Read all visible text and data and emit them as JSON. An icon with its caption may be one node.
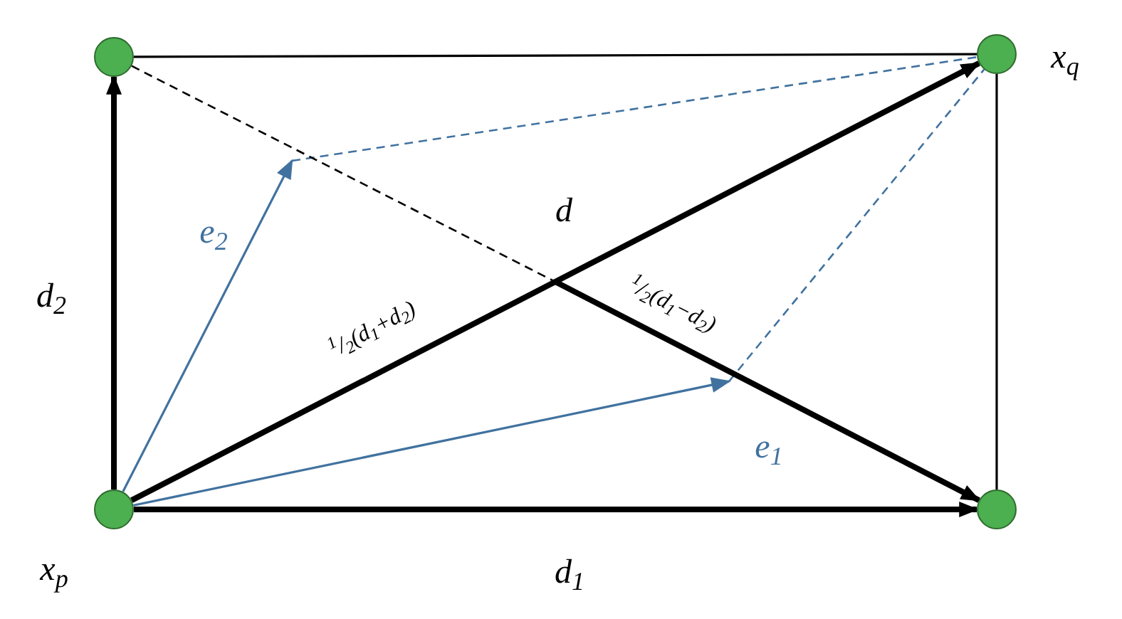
{
  "diagram": {
    "nodes": [
      {
        "text": [],
        "shape": "circle"
      },
      {
        "text": [],
        "shape": "circle",
        "beside": [
          "x$_{q}$"
        ]
      },
      {
        "text": [],
        "shape": "circle",
        "beside": [
          "x$_{p}$"
        ]
      },
      {
        "text": [],
        "shape": "circle"
      }
    ],
    "edges": [
      {
        "from": 2,
        "to": 0,
        "arrow": "to",
        "style": "thick",
        "label": "d$_{2}$"
      },
      {
        "from": 2,
        "to": 3,
        "arrow": "to",
        "style": "thick",
        "label": "d$_{1}$"
      },
      {
        "from": 0,
        "to": 1,
        "arrow": "none"
      },
      {
        "from": 1,
        "to": 3,
        "arrow": "none"
      },
      {
        "from": 2,
        "to": 1,
        "arrow": "to",
        "style": "thick",
        "label": "d"
      },
      {
        "from": 2,
        "to": null,
        "arrow": "to",
        "color": "#41729f",
        "label": "e$_{2}$"
      },
      {
        "from": 2,
        "to": null,
        "arrow": "to",
        "color": "#41729f",
        "label": "e$_{1}$"
      },
      {
        "from": null,
        "to": 1,
        "arrow": "none",
        "style": "dashed",
        "color": "#41729f"
      },
      {
        "from": null,
        "to": 1,
        "arrow": "none",
        "style": "dashed",
        "color": "#41729f"
      },
      {
        "from": 0,
        "to": null,
        "arrow": "none",
        "style": "dashed"
      },
      {
        "from": null,
        "to": 3,
        "arrow": "to",
        "style": "thick",
        "label": "$^{1}$/$_{2}$(d$_{1}$−d$_{2}$)"
      }
    ],
    "labels": [
      "$^{1}$/$_{2}$(d$_{1}$+d$_{2}$)"
    ]
  }
}
